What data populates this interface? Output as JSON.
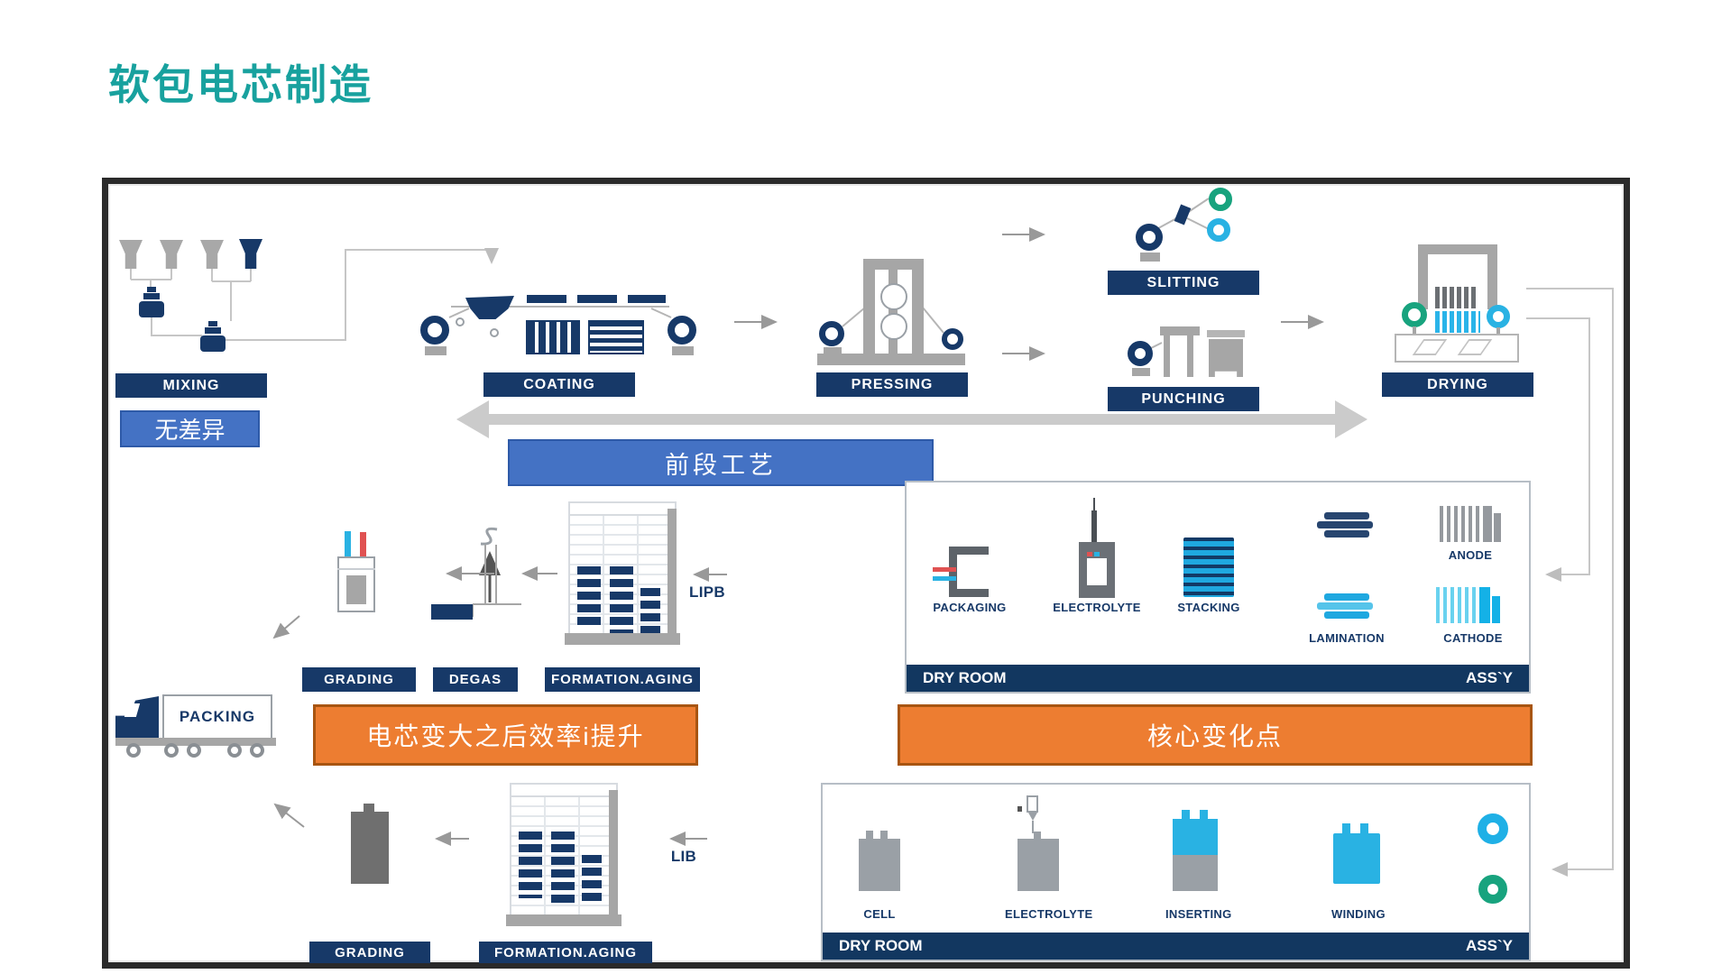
{
  "page": {
    "title": "软包电芯制造"
  },
  "process_row1": {
    "mixing": "MIXING",
    "coating": "COATING",
    "pressing": "PRESSING",
    "slitting": "SLITTING",
    "punching": "PUNCHING",
    "drying": "DRYING"
  },
  "annotations": {
    "no_difference": "无差异",
    "front_process": "前段工艺",
    "efficiency": "电芯变大之后效率i提升",
    "core_change": "核心变化点"
  },
  "row2": {
    "grading": "GRADING",
    "degas": "DEGAS",
    "formation_aging": "FORMATION.AGING",
    "lipb": "LIPB"
  },
  "row3": {
    "grading": "GRADING",
    "formation_aging": "FORMATION.AGING",
    "lib": "LIB",
    "packing": "PACKING"
  },
  "assy_top": {
    "dry_room": "DRY ROOM",
    "assy": "ASS`Y",
    "packaging": "PACKAGING",
    "electrolyte": "ELECTROLYTE",
    "stacking": "STACKING",
    "lamination": "LAMINATION",
    "anode": "ANODE",
    "cathode": "CATHODE"
  },
  "assy_bottom": {
    "dry_room": "DRY ROOM",
    "assy": "ASS`Y",
    "cell": "CELL",
    "electrolyte": "ELECTROLYTE",
    "inserting": "INSERTING",
    "winding": "WINDING"
  },
  "colors": {
    "title_teal": "#18a19e",
    "navy": "#173968",
    "annotation_blue": "#4472c4",
    "annotation_orange": "#ed7d31",
    "cyan": "#29b2e3",
    "green": "#18a37e"
  }
}
